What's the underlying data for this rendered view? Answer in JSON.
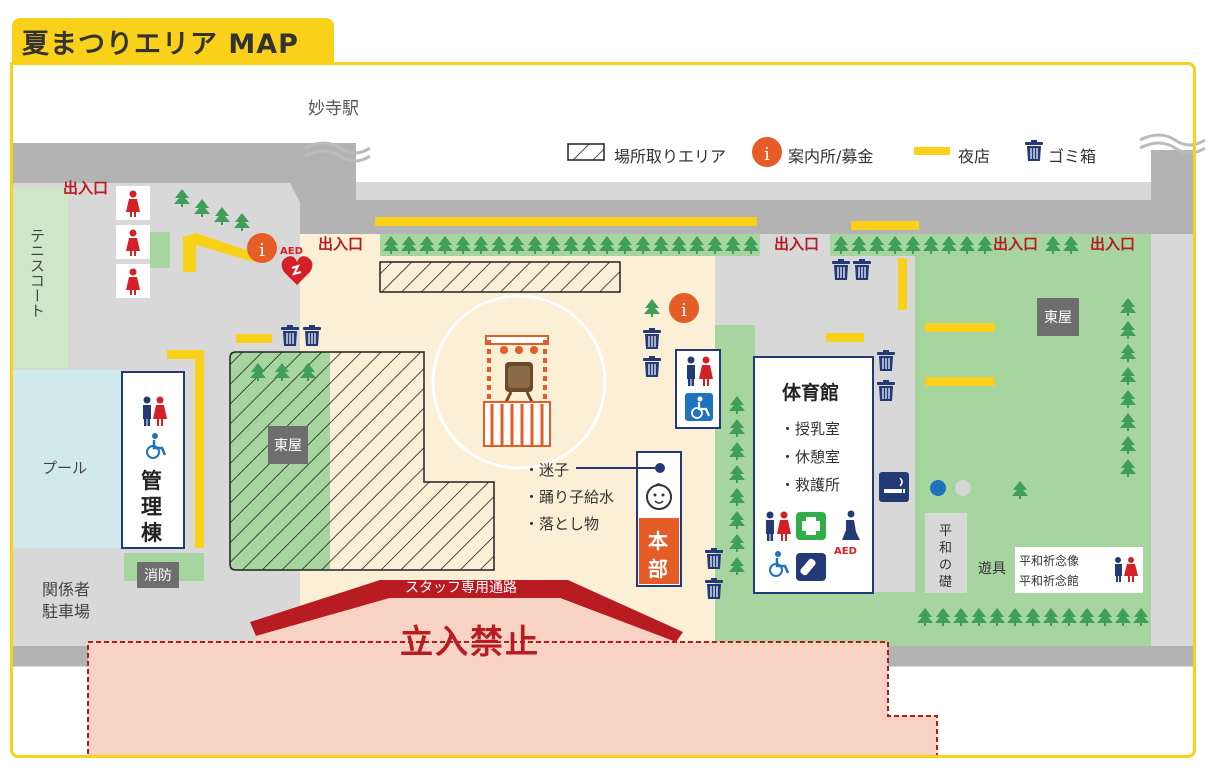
{
  "title": "夏まつりエリア MAP",
  "legend": {
    "reserved_area": "場所取りエリア",
    "info_desk": "案内所/募金",
    "stalls": "夜店",
    "trash": "ゴミ箱"
  },
  "labels": {
    "station": "妙寺駅",
    "entrance": "出入口",
    "tennis_court": "テニスコート",
    "pool": "プール",
    "staff_parking_line1": "関係者",
    "staff_parking_line2": "駐車場",
    "gazebo": "東屋",
    "fire": "消防",
    "admin_building_line1": "管",
    "admin_building_line2": "理",
    "admin_building_line3": "棟",
    "staff_path": "スタッフ専用通路",
    "no_entry": "立入禁止",
    "peace_stone_line1": "平",
    "peace_stone_line2": "和",
    "peace_stone_line3": "の",
    "peace_stone_line4": "礎",
    "playground": "遊具",
    "peace_statue": "平和祈念像",
    "peace_hall": "平和祈念館",
    "aed": "AED"
  },
  "hq": {
    "services": [
      "・迷子",
      "・踊り子給水",
      "・落とし物"
    ],
    "name_line1": "本",
    "name_line2": "部"
  },
  "gym": {
    "name": "体育館",
    "facilities": [
      "・授乳室",
      "・休憩室",
      "・救護所"
    ]
  },
  "colors": {
    "yellow": "#f9d11b",
    "road": "#b3b3b3",
    "park": "#a6d5a0",
    "tree": "#3f9e58",
    "plaza": "#fbefd6",
    "pool": "#cfe9ec",
    "navy": "#243a77",
    "orange": "#e55c26",
    "red": "#d42026",
    "no_entry": "#f8d2c2"
  },
  "icons": [
    "info-icon",
    "trash-bin-icon",
    "toilet-icon",
    "wheelchair-icon",
    "aed-icon",
    "first-aid-icon",
    "baby-icon",
    "nursing-bottle-icon",
    "smoking-icon",
    "yagura-tower-icon",
    "tree-icon"
  ]
}
